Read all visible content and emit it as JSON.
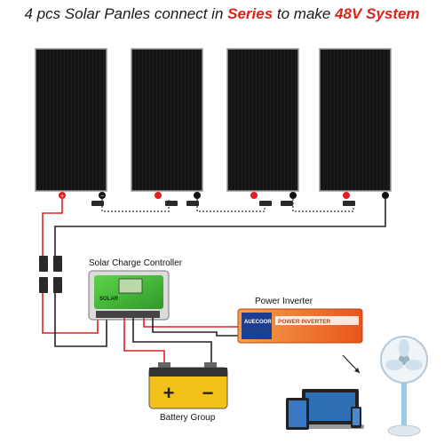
{
  "title": {
    "part1": "4 pcs Solar Panles connect in ",
    "highlight1": "Series",
    "part2": " to make ",
    "highlight2": "48V System",
    "highlight_color": "#d9241c"
  },
  "labels": {
    "controller": "Solar Charge Controller",
    "inverter": "Power Inverter",
    "battery": "Battery Group"
  },
  "controller_brand": "SOLAR",
  "inverter_brand": "AUECOOR",
  "inverter_badge": "POWER INVERTER",
  "battery_plus": "+",
  "battery_minus": "−",
  "terminal_plus": "+",
  "terminal_minus": "−",
  "wire_colors": {
    "positive": "#e02020",
    "negative": "#222222"
  }
}
